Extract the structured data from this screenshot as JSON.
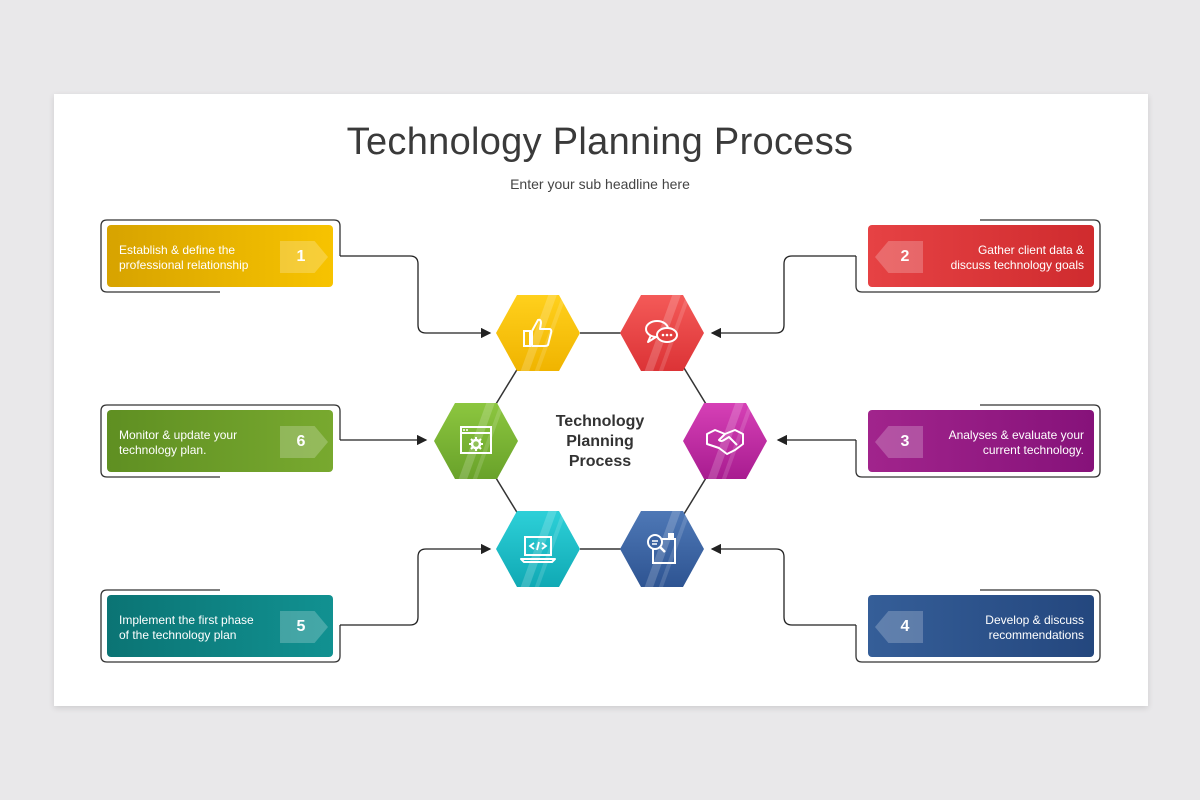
{
  "title": "Technology Planning Process",
  "subtitle": "Enter your sub headline here",
  "center": {
    "line1": "Technology",
    "line2": "Planning",
    "line3": "Process"
  },
  "steps": [
    {
      "num": "1",
      "line1": "Establish & define the",
      "line2": "professional relationship",
      "color": "#f0b800",
      "icon": "thumbs-up-icon"
    },
    {
      "num": "2",
      "line1": "Gather client data &",
      "line2": "discuss technology goals",
      "color": "#e0393c",
      "icon": "chat-bubbles-icon"
    },
    {
      "num": "3",
      "line1": "Analyses & evaluate your",
      "line2": "current technology.",
      "color": "#9a1f86",
      "icon": "handshake-icon"
    },
    {
      "num": "4",
      "line1": "Develop & discuss",
      "line2": "recommendations",
      "color": "#2e5690",
      "icon": "search-document-icon"
    },
    {
      "num": "5",
      "line1": "Implement the first phase",
      "line2": "of the technology plan",
      "color": "#0e8585",
      "icon": "laptop-code-icon"
    },
    {
      "num": "6",
      "line1": "Monitor & update your",
      "line2": "technology plan.",
      "color": "#6a9c26",
      "icon": "browser-gear-icon"
    }
  ]
}
